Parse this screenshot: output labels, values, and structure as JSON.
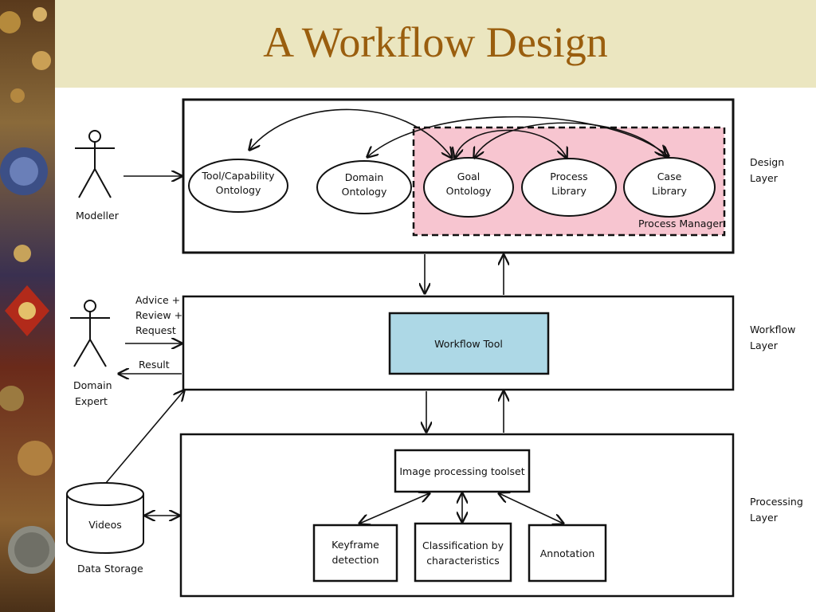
{
  "slide": {
    "title": "A Workflow Design"
  },
  "colors": {
    "title": "#9A5E0E",
    "title_band": "#EBE6C0",
    "process_manager_fill": "#F7C5D0",
    "workflow_tool_fill": "#ADD8E6"
  },
  "actors": {
    "modeller": "Modeller",
    "domain_expert_line1": "Domain",
    "domain_expert_line2": "Expert"
  },
  "design_layer": {
    "label_line1": "Design",
    "label_line2": "Layer",
    "process_manager": "Process Manager",
    "nodes": {
      "tool_capability": [
        "Tool/Capability",
        "Ontology"
      ],
      "domain_ontology": [
        "Domain",
        "Ontology"
      ],
      "goal_ontology": [
        "Goal",
        "Ontology"
      ],
      "process_library": [
        "Process",
        "Library"
      ],
      "case_library": [
        "Case",
        "Library"
      ]
    }
  },
  "workflow_layer": {
    "label_line1": "Workflow",
    "label_line2": "Layer",
    "tool": "Workflow Tool",
    "inputs": [
      "Advice +",
      "Review +",
      "Request"
    ],
    "result": "Result"
  },
  "processing_layer": {
    "label_line1": "Processing",
    "label_line2": "Layer",
    "toolset": "Image processing toolset",
    "keyframe": [
      "Keyframe",
      "detection"
    ],
    "classification": [
      "Classification by",
      "characteristics"
    ],
    "annotation": "Annotation"
  },
  "storage": {
    "videos": "Videos",
    "label": "Data Storage"
  }
}
